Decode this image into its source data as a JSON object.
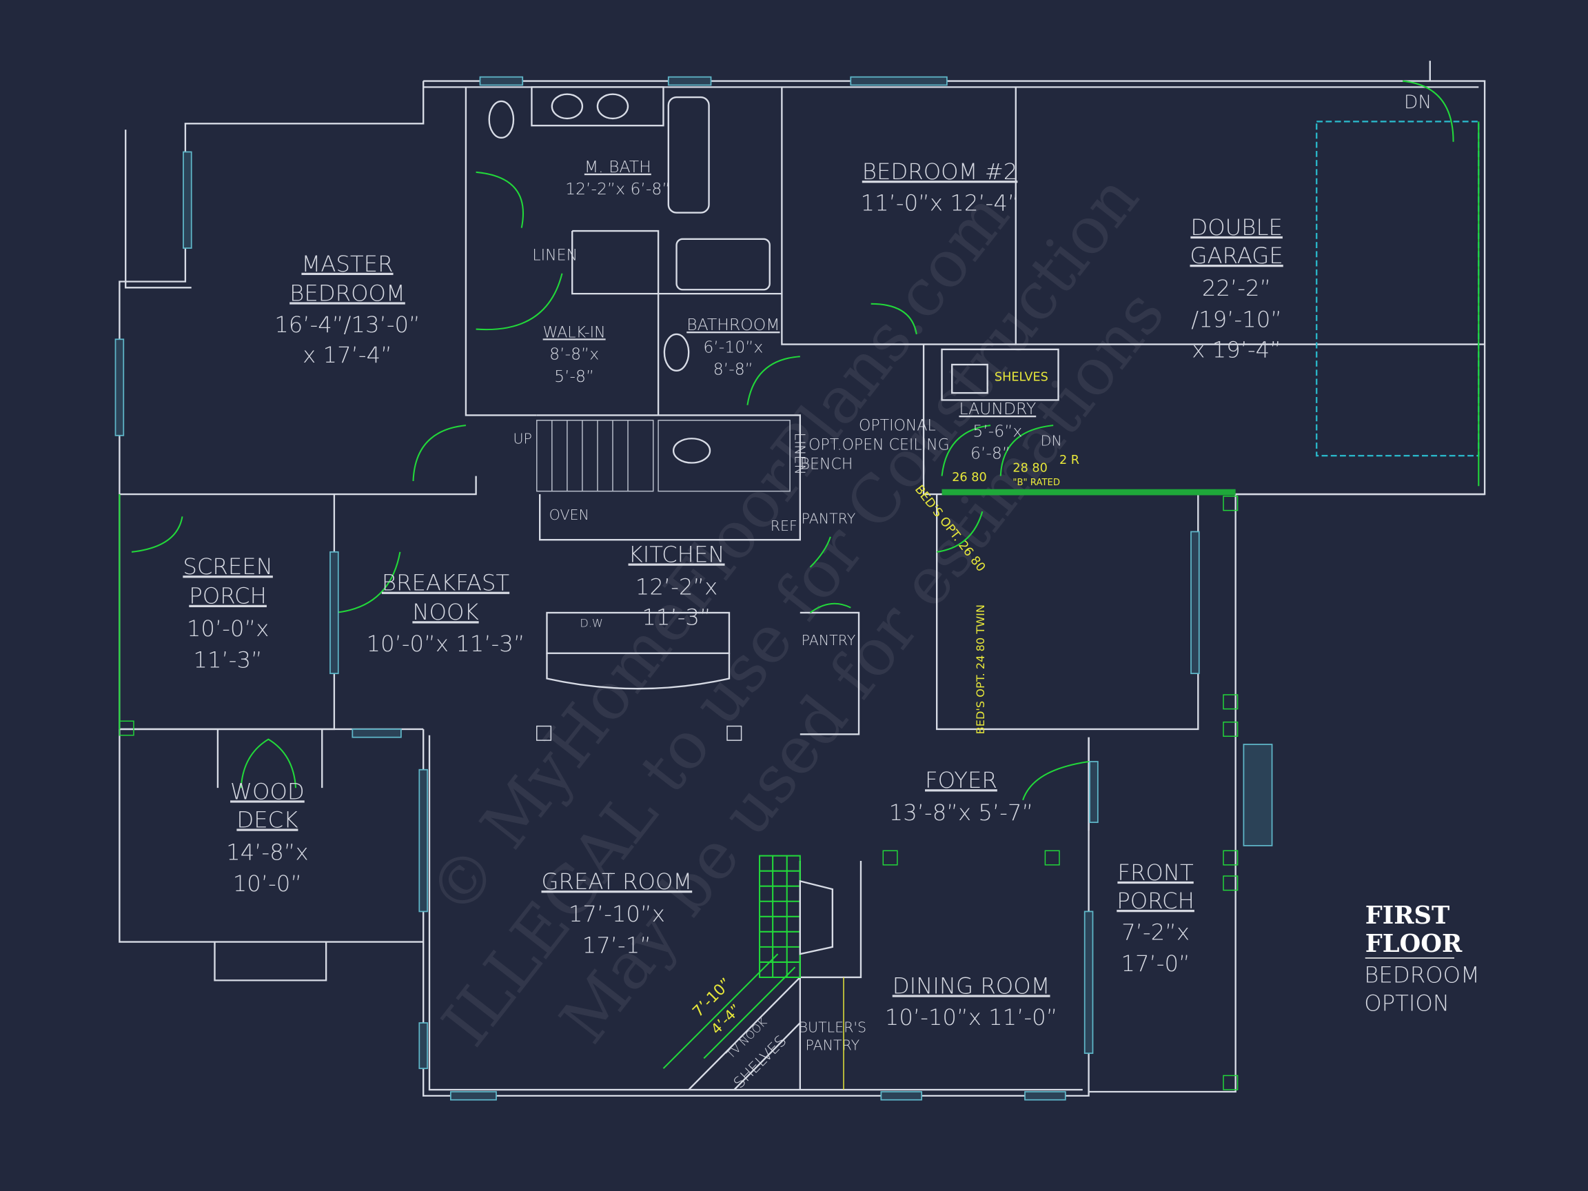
{
  "plan": {
    "title_line1": "FIRST",
    "title_line2": "FLOOR",
    "subtitle_line1": "BEDROOM",
    "subtitle_line2": "OPTION"
  },
  "rooms": {
    "master_bedroom": {
      "name1": "MASTER",
      "name2": "BEDROOM",
      "dim1": "16’-4”/13’-0”",
      "dim2": "x 17’-4”"
    },
    "m_bath": {
      "name": "M. BATH",
      "dim": "12’-2”x 6’-8”"
    },
    "linen1": {
      "name": "LINEN"
    },
    "walk_in": {
      "name": "WALK-IN",
      "dim1": "8’-8”x",
      "dim2": "5’-8”"
    },
    "bathroom": {
      "name": "BATHROOM",
      "dim1": "6’-10”x",
      "dim2": "8’-8”"
    },
    "bedroom2": {
      "name": "BEDROOM #2",
      "dim": "11’-0”x 12’-4”"
    },
    "double_garage": {
      "name1": "DOUBLE",
      "name2": "GARAGE",
      "dim1": "22’-2”",
      "dim2": "/19’-10”",
      "dim3": "x 19’-4”"
    },
    "laundry": {
      "name": "LAUNDRY",
      "dim1": "5’-6”x",
      "dim2": "6’-8”"
    },
    "screen_porch": {
      "name1": "SCREEN",
      "name2": "PORCH",
      "dim1": "10’-0”x",
      "dim2": "11’-3”"
    },
    "breakfast_nook": {
      "name1": "BREAKFAST",
      "name2": "NOOK",
      "dim": "10’-0”x 11’-3”"
    },
    "kitchen": {
      "name": "KITCHEN",
      "dim1": "12’-2”x",
      "dim2": "11’-3”"
    },
    "wood_deck": {
      "name1": "WOOD",
      "name2": "DECK",
      "dim1": "14’-8”x",
      "dim2": "10’-0”"
    },
    "great_room": {
      "name": "GREAT ROOM",
      "dim1": "17’-10”x",
      "dim2": "17’-1”"
    },
    "foyer": {
      "name": "FOYER",
      "dim": "13’-8”x 5’-7”"
    },
    "dining_room": {
      "name": "DINING ROOM",
      "dim": "10’-10”x 11’-0”"
    },
    "front_porch": {
      "name1": "FRONT",
      "name2": "PORCH",
      "dim1": "7’-2”x",
      "dim2": "17’-0”"
    }
  },
  "annotations": {
    "up": "UP",
    "dn_garage": "DN",
    "dn_laundry": "DN",
    "linen2": "LINEN",
    "optional": "OPTIONAL",
    "opt_open_ceiling": "OPT.OPEN CEILING",
    "bench": "BENCH",
    "oven": "OVEN",
    "ref": "REF",
    "pantry1": "PANTRY",
    "pantry2": "PANTRY",
    "dw": "D.W",
    "shelves": "SHELVES",
    "door_26_80": "26 80",
    "door_28_80": "28 80",
    "b_rated": "\"B\" RATED",
    "riser_2r": "2 R",
    "beds_opt_door": "BED'S OPT. 26 80",
    "beds_opt_closet": "BED'S OPT. 24 80 TWIN",
    "dim_7_10": "7’-10”",
    "dim_4_4": "4’-4”",
    "tv_nook": "TV NOOK",
    "tv_shelves": "SHELVES",
    "butlers1": "BUTLER'S",
    "butlers2": "PANTRY"
  },
  "watermark": {
    "line1": "© MyHomeFloorPlans.com",
    "line2": "ILLEGAL to use for Construction",
    "line3": "May be used for estimations"
  },
  "colors": {
    "background": "#22283d",
    "walls": "#d8dce6",
    "doors": "#22d83a",
    "notes": "#e8e83a",
    "windows": "#2ab6c8"
  }
}
